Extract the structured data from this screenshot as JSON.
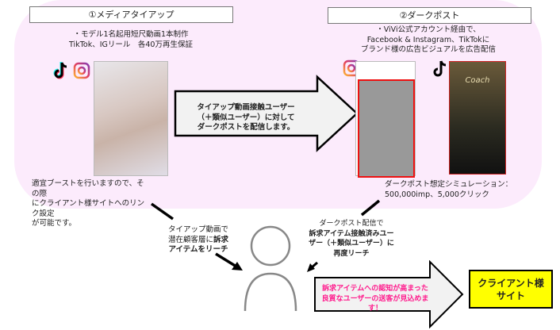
{
  "section1": {
    "title": "①メディアタイアップ",
    "desc": [
      "・モデル1名起用短尺動画1本制作",
      "TikTok、IGリール　各40万再生保証"
    ],
    "note": [
      "適宜ブーストを行いますので、その際",
      "にクライアント様サイトへのリンク設定",
      "が可能です。"
    ]
  },
  "section2": {
    "title": "②ダークポスト",
    "desc": [
      "・ViVi公式アカウント経由で、",
      "Facebook & Instagram、TikTokに",
      "ブランド様の広告ビジュアルを広告配信"
    ],
    "simulation": [
      "ダークポスト想定シミュレーション：",
      "500,000imp、5,000クリック"
    ],
    "phone_tiktok_text": "Coach"
  },
  "center_arrow": [
    "タイアップ動画接触ユーザー",
    "（＋類似ユーザー）に対して",
    "ダークポストを配信します。"
  ],
  "left_flow": {
    "line1": "タイアップ動画で",
    "line2a": "潜在顧客層に",
    "line2b": "訴求",
    "line3": "アイテムをリーチ"
  },
  "right_flow": {
    "line1": "ダークポスト配信で",
    "line2": "訴求アイテム接触済みユー",
    "line3": "ザー（＋類似ユーザー）に",
    "line4": "再度リーチ"
  },
  "bottom_arrow": [
    "訴求アイテムへの認知が高まった",
    "良質なユーザーの送客が見込めます！"
  ],
  "client_box": [
    "クライアント様",
    "サイト"
  ],
  "colors": {
    "pink_bg": "#fcebfc",
    "accent_text": "#ff1a8c",
    "client_box": "#ffff00"
  }
}
